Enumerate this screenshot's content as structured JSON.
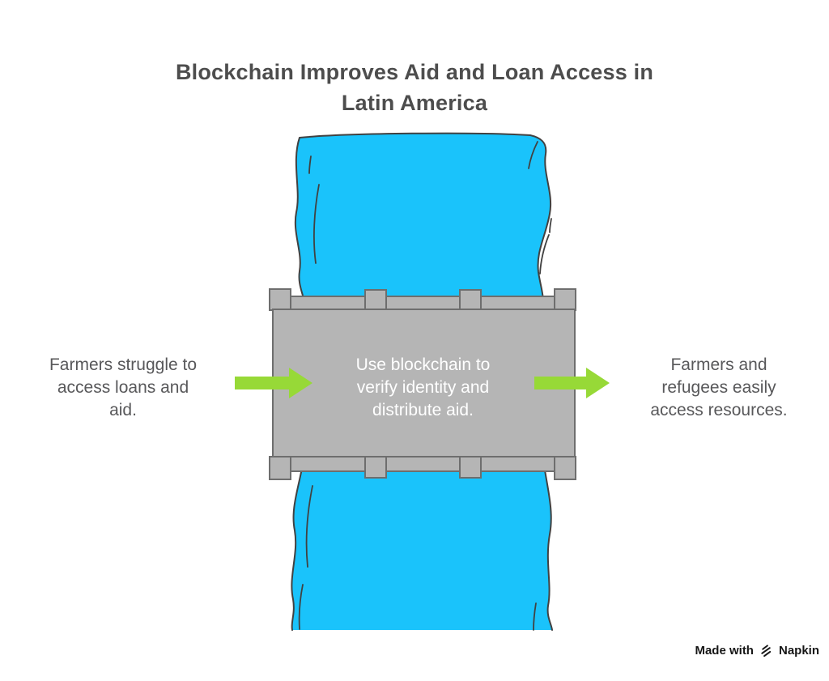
{
  "title": "Blockchain Improves Aid and Loan Access in\nLatin America",
  "steps": [
    {
      "position": "left",
      "text": "Farmers struggle to\naccess loans and\naid."
    },
    {
      "position": "center",
      "text": "Use blockchain to\nverify identity and\ndistribute aid."
    },
    {
      "position": "right",
      "text": "Farmers and\nrefugees easily\naccess resources."
    }
  ],
  "footer": {
    "made_with": "Made with",
    "brand": "Napkin"
  },
  "icons": {
    "left_flow_arrow": "arrow-right",
    "right_flow_arrow": "arrow-right",
    "napkin_logo": "napkin-hatch-mark"
  },
  "colors": {
    "background": "#ffffff",
    "river": "#1ac3fb",
    "river_outline": "#414141",
    "bridge": "#b5b5b5",
    "bridge_outline": "#6e6e6e",
    "arrow": "#97d937",
    "title_text": "#4d4d4d",
    "label_text": "#58585a",
    "bridge_label_text": "#ffffff",
    "footer_text": "#161616"
  }
}
